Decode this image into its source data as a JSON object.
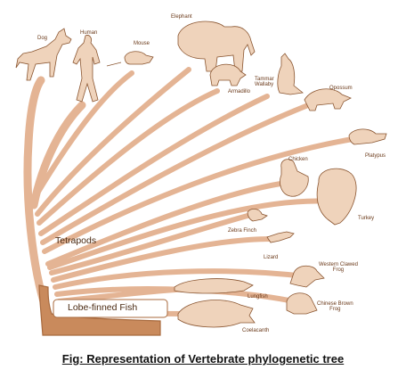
{
  "colors": {
    "branch": "#e4b494",
    "branch_dark": "#c98a5c",
    "trunk_outline": "#a86a3e",
    "illustration_fill": "#efd3bb",
    "illustration_stroke": "#8a5530",
    "background": "#ffffff"
  },
  "tree": {
    "groups": {
      "tetrapods": "Tetrapods",
      "lobe_finned_fish": "Lobe-finned Fish"
    },
    "taxa": {
      "dog": "Dog",
      "human": "Human",
      "mouse": "Mouse",
      "elephant": "Elephant",
      "armadillo": "Armadillo",
      "tammar_wallaby": "Tammar\nWallaby",
      "opossum": "Opossum",
      "platypus": "Platypus",
      "chicken": "Chicken",
      "turkey": "Turkey",
      "zebra_finch": "Zebra Finch",
      "lizard": "Lizard",
      "western_clawed_frog": "Western Clawed\nFrog",
      "chinese_brown_frog": "Chinese Brown\nFrog",
      "lungfish": "Lungfish",
      "coelacanth": "Coelacanth"
    }
  },
  "caption": "Fig: Representation of Vertebrate phylogenetic tree"
}
